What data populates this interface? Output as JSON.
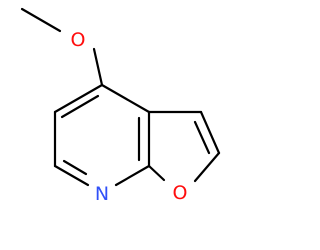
{
  "molecule": {
    "atoms": [
      {
        "id": "O_methoxy",
        "label": "O",
        "color": "#ff0d0d"
      },
      {
        "id": "N_pyridine",
        "label": "N",
        "color": "#3050f8"
      },
      {
        "id": "O_furan",
        "label": "O",
        "color": "#ff0d0d"
      }
    ],
    "bond_color": "#000000"
  }
}
